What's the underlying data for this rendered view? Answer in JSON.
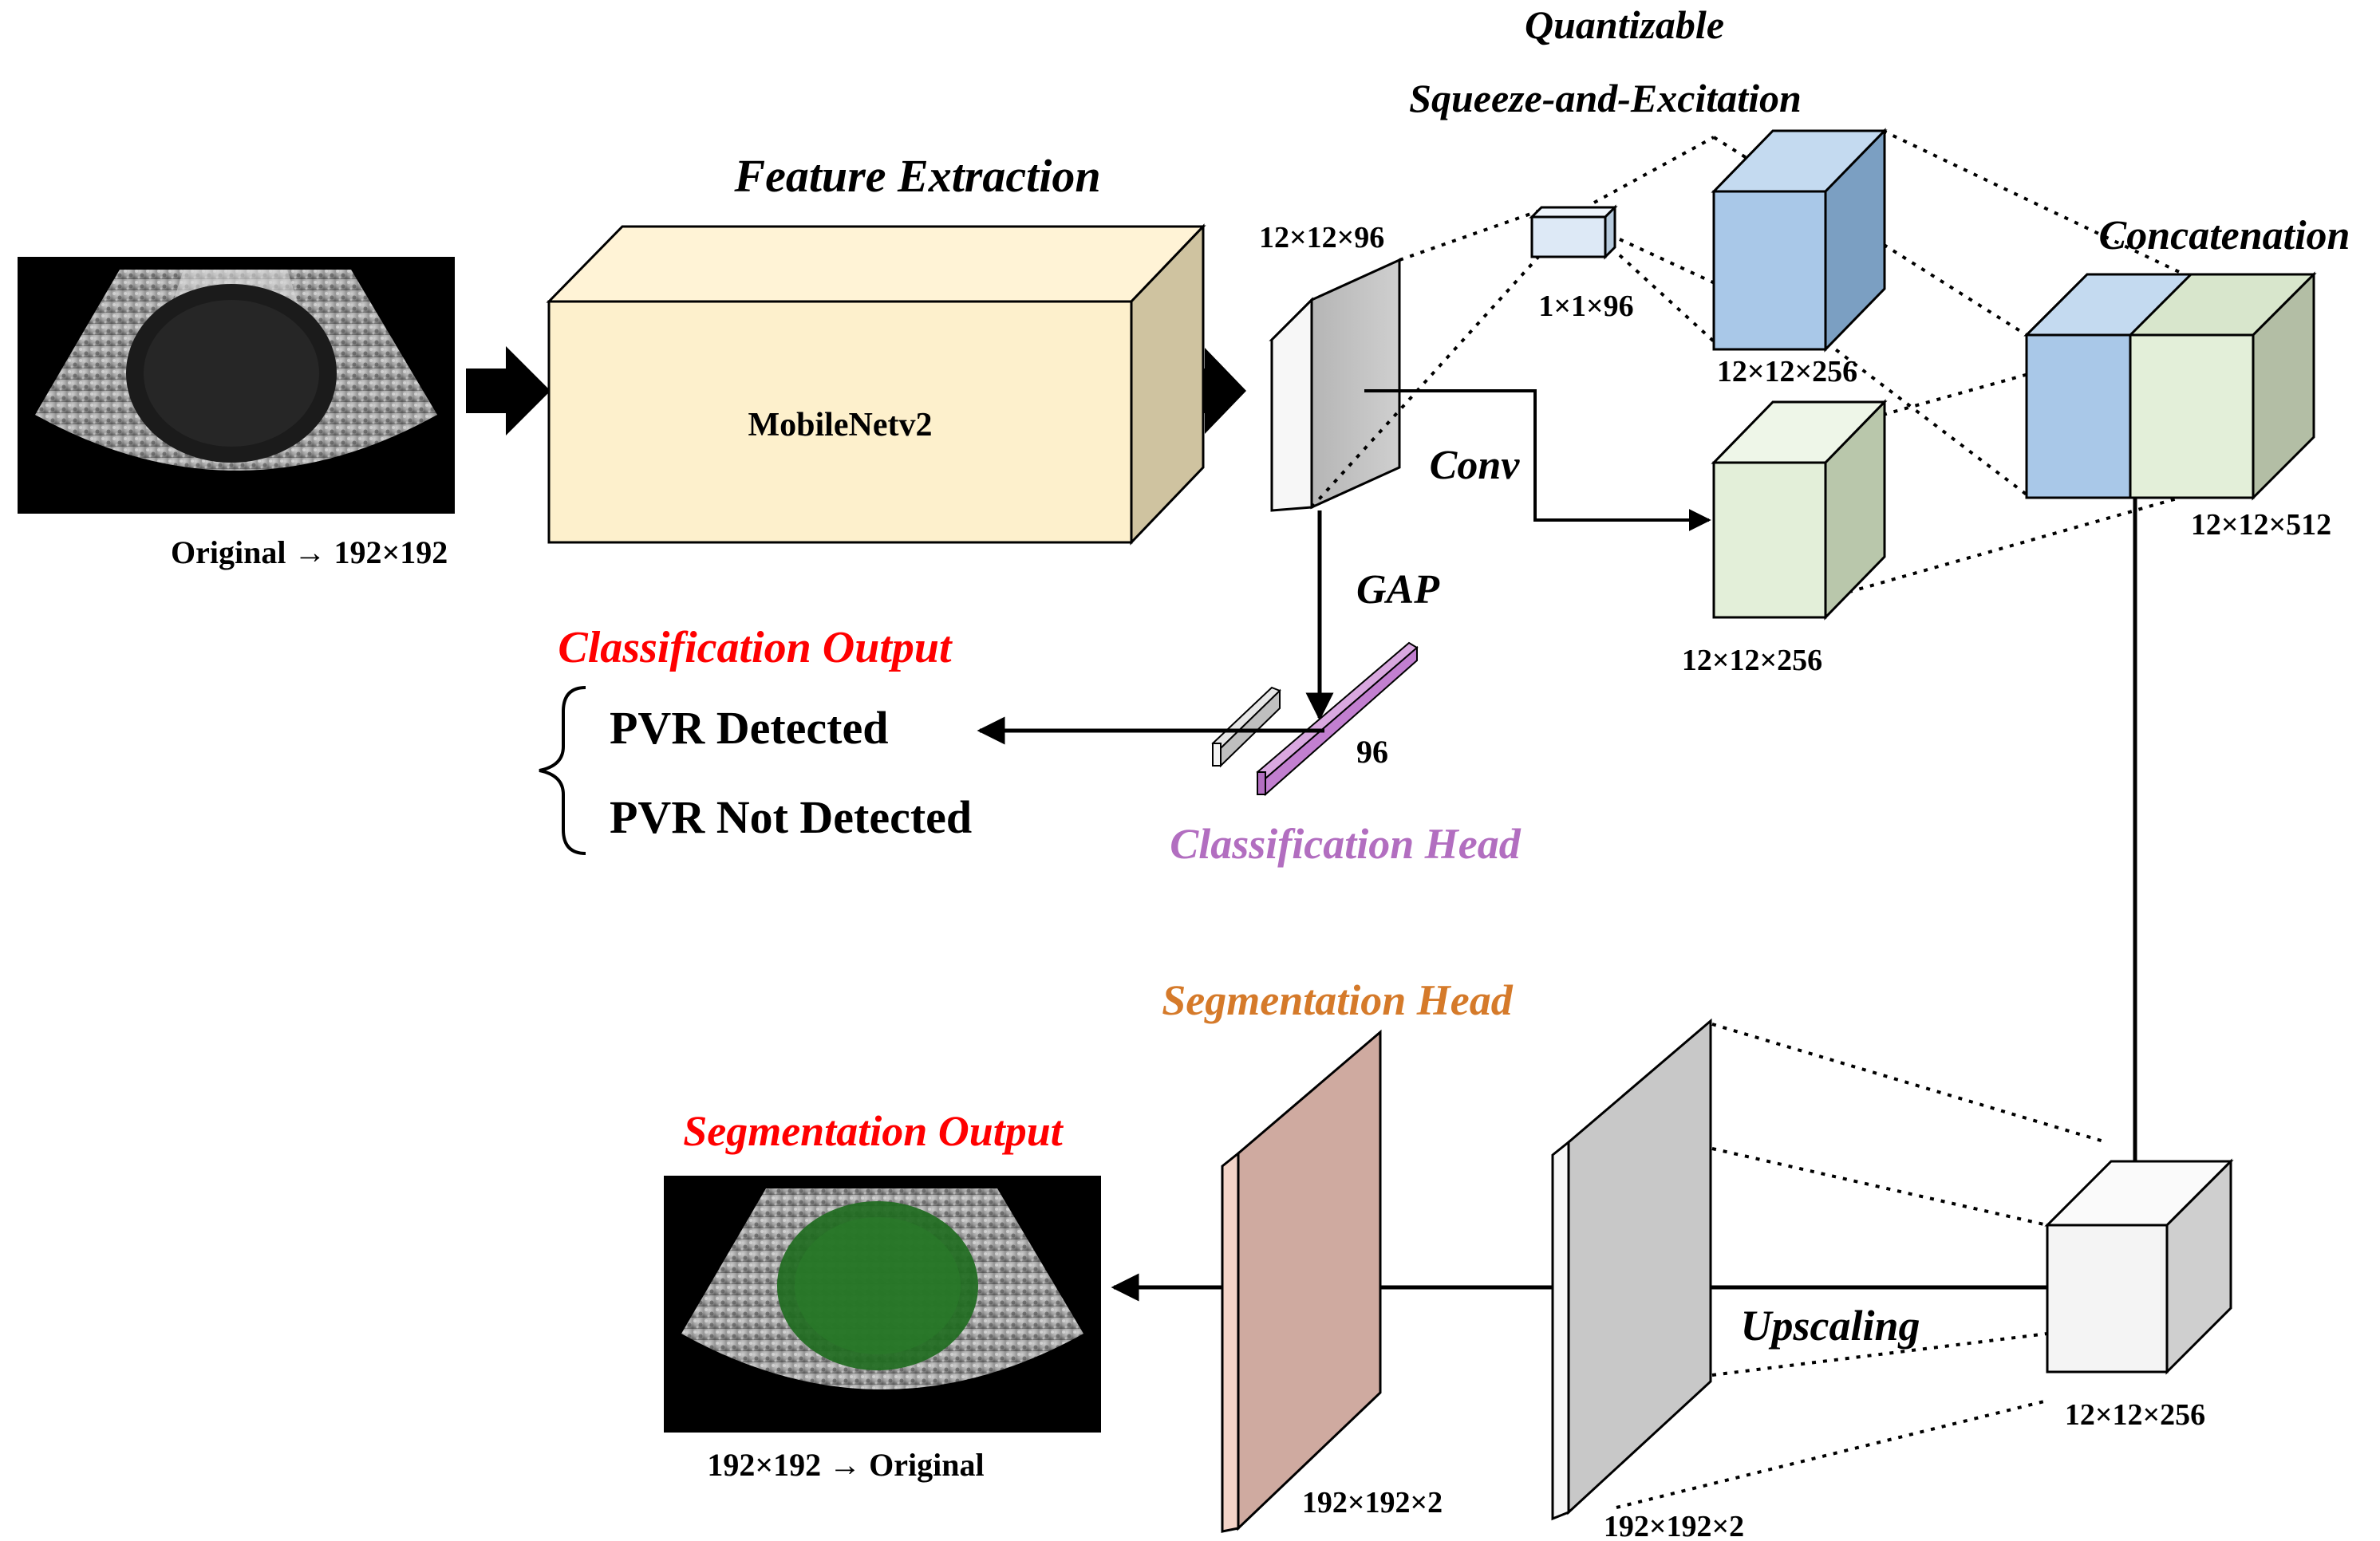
{
  "title": {
    "feature_extraction": "Feature Extraction",
    "quantizable_line1": "Quantizable",
    "quantizable_line2": "Squeeze-and-Excitation",
    "concatenation": "Concatenation",
    "segmentation_head": "Segmentation Head",
    "segmentation_output": "Segmentation Output",
    "classification_output": "Classification Output",
    "classification_head": "Classification Head"
  },
  "blocks": {
    "mobilenet": "MobileNetv2"
  },
  "operations": {
    "conv": "Conv",
    "gap": "GAP",
    "upscaling": "Upscaling"
  },
  "dims": {
    "input": "Original → 192×192",
    "feature_map": "12×12×96",
    "se_vector": "1×1×96",
    "se_output": "12×12×256",
    "conv_output": "12×12×256",
    "concat": "12×12×512",
    "reduced": "12×12×256",
    "upscaled": "192×192×2",
    "seg_head": "192×192×2",
    "gap_vector": "96",
    "output": "192×192 → Original"
  },
  "classes": {
    "detected": "PVR Detected",
    "not_detected": "PVR Not Detected"
  },
  "colors": {
    "mobilenet_fill": "#fdf0cc",
    "se_blue": "#a9c8e8",
    "conv_green": "#e3efd9",
    "seg_head_fill": "#cfaaa0",
    "gap_purple": "#c27fd0",
    "output_red": "#ff0000",
    "seg_orange": "#d57a2a",
    "class_head_purple": "#b26ec0",
    "mask_green": "#1f6b1f"
  }
}
